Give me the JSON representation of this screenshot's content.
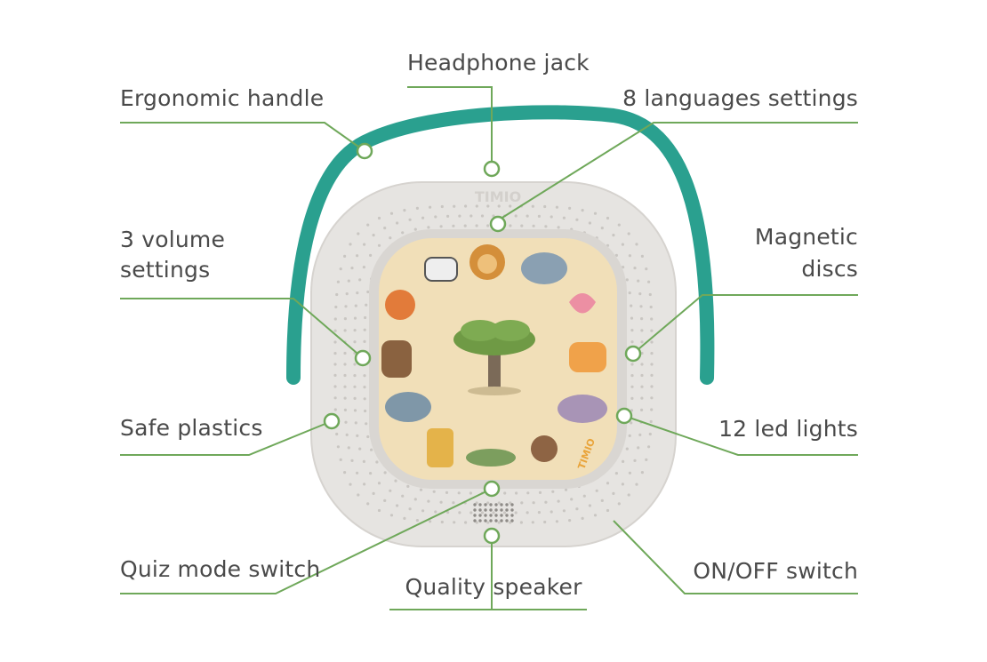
{
  "colors": {
    "leader_line": "#6fa85a",
    "handle": "#2aa08f",
    "device_body": "#e7e5e2",
    "disc": "#f1dfb8",
    "text": "#4a4a4a"
  },
  "device": {
    "brand": "TIMIO",
    "disc_brand": "TIMIO"
  },
  "labels": {
    "headphone_jack": "Headphone jack",
    "ergonomic_handle": "Ergonomic handle",
    "languages": "8 languages settings",
    "volume_line1": "3 volume",
    "volume_line2": "settings",
    "magnetic_line1": "Magnetic",
    "magnetic_line2": "discs",
    "safe_plastics": "Safe plastics",
    "led_lights": "12 led lights",
    "quiz_mode": "Quiz mode switch",
    "on_off": "ON/OFF switch",
    "speaker": "Quality speaker"
  }
}
